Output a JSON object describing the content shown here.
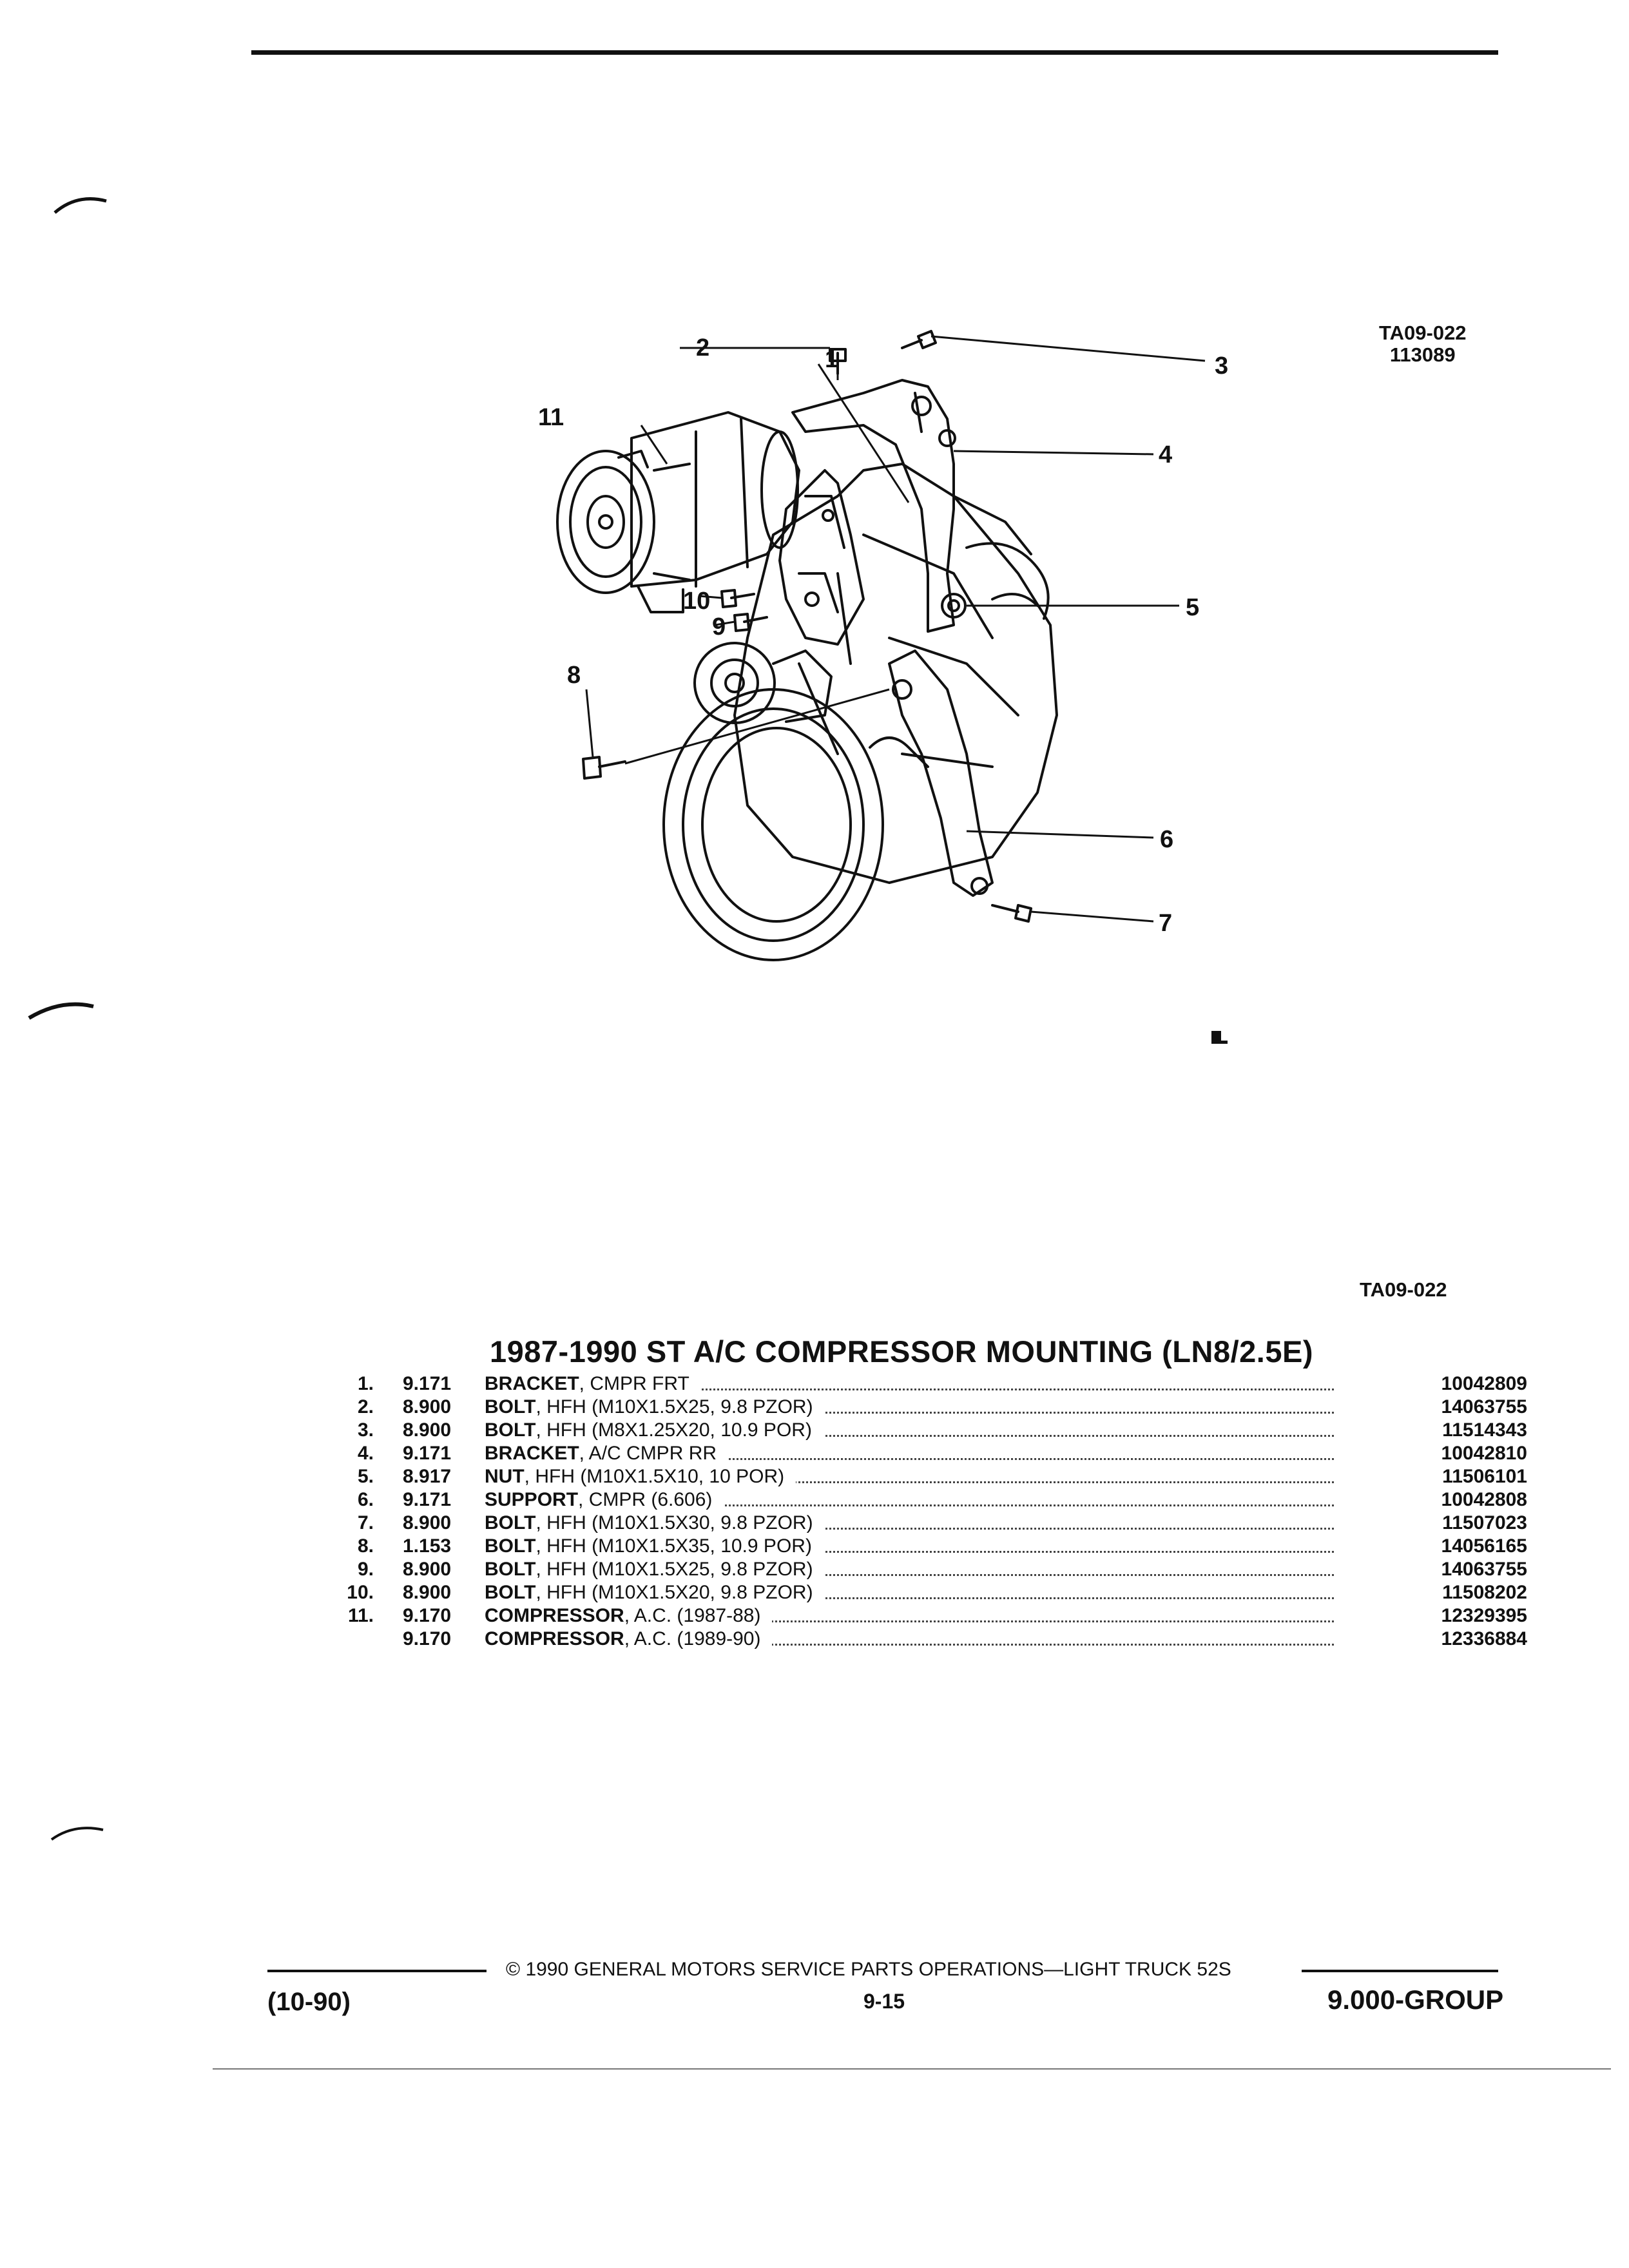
{
  "header": {
    "ref_code": "TA09-022",
    "ref_number": "113089"
  },
  "figure": {
    "callouts": [
      "1",
      "2",
      "3",
      "4",
      "5",
      "6",
      "7",
      "8",
      "9",
      "10",
      "11"
    ],
    "caption_code": "TA09-022"
  },
  "section_title": "1987-1990 ST A/C COMPRESSOR MOUNTING (LN8/2.5E)",
  "parts": [
    {
      "index": "1.",
      "code": "9.171",
      "name": "BRACKET",
      "detail": ", CMPR FRT",
      "part_no": "10042809"
    },
    {
      "index": "2.",
      "code": "8.900",
      "name": "BOLT",
      "detail": ", HFH (M10X1.5X25, 9.8 PZOR)",
      "part_no": "14063755"
    },
    {
      "index": "3.",
      "code": "8.900",
      "name": "BOLT",
      "detail": ", HFH (M8X1.25X20, 10.9 POR)",
      "part_no": "11514343"
    },
    {
      "index": "4.",
      "code": "9.171",
      "name": "BRACKET",
      "detail": ", A/C CMPR RR",
      "part_no": "10042810"
    },
    {
      "index": "5.",
      "code": "8.917",
      "name": "NUT",
      "detail": ", HFH (M10X1.5X10, 10 POR)",
      "part_no": "11506101"
    },
    {
      "index": "6.",
      "code": "9.171",
      "name": "SUPPORT",
      "detail": ", CMPR (6.606)",
      "part_no": "10042808"
    },
    {
      "index": "7.",
      "code": "8.900",
      "name": "BOLT",
      "detail": ", HFH (M10X1.5X30, 9.8 PZOR)",
      "part_no": "11507023"
    },
    {
      "index": "8.",
      "code": "1.153",
      "name": "BOLT",
      "detail": ", HFH (M10X1.5X35, 10.9 POR)",
      "part_no": "14056165"
    },
    {
      "index": "9.",
      "code": "8.900",
      "name": "BOLT",
      "detail": ", HFH (M10X1.5X25, 9.8 PZOR)",
      "part_no": "14063755"
    },
    {
      "index": "10.",
      "code": "8.900",
      "name": "BOLT",
      "detail": ", HFH (M10X1.5X20, 9.8 PZOR)",
      "part_no": "11508202"
    },
    {
      "index": "11.",
      "code": "9.170",
      "name": "COMPRESSOR",
      "detail": ", A.C. (1987-88)",
      "part_no": "12329395"
    },
    {
      "index": "",
      "code": "9.170",
      "name": "COMPRESSOR",
      "detail": ", A.C. (1989-90)",
      "part_no": "12336884"
    }
  ],
  "footer": {
    "issue": "(10-90)",
    "copyright": "© 1990  GENERAL MOTORS SERVICE PARTS OPERATIONS—LIGHT TRUCK 52S",
    "page": "9-15",
    "group": "9.000-GROUP"
  }
}
